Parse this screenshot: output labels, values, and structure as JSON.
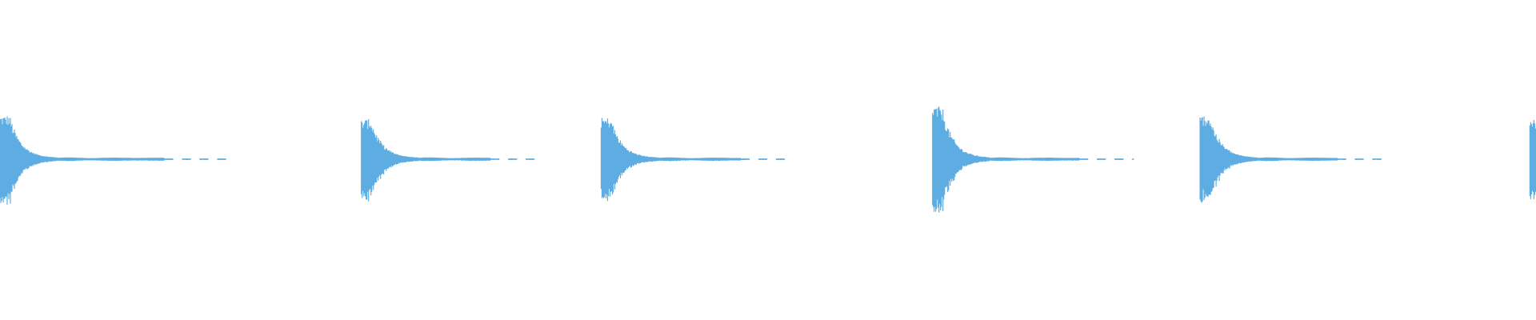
{
  "waveform": {
    "color": "#5dade2",
    "background": "#ffffff",
    "amplitude_scale": 1.0,
    "onsets": [
      {
        "start_sec": 0.0,
        "peak_amplitude": 0.55,
        "decay": "long"
      },
      {
        "start_sec": 0.47,
        "peak_amplitude": 0.5,
        "decay": "long"
      },
      {
        "start_sec": 0.782,
        "peak_amplitude": 0.52,
        "decay": "long"
      },
      {
        "start_sec": 1.213,
        "peak_amplitude": 0.66,
        "decay": "long"
      },
      {
        "start_sec": 1.561,
        "peak_amplitude": 0.55,
        "decay": "long"
      },
      {
        "start_sec": 1.99,
        "peak_amplitude": 0.5,
        "decay": "cut-off"
      }
    ]
  }
}
